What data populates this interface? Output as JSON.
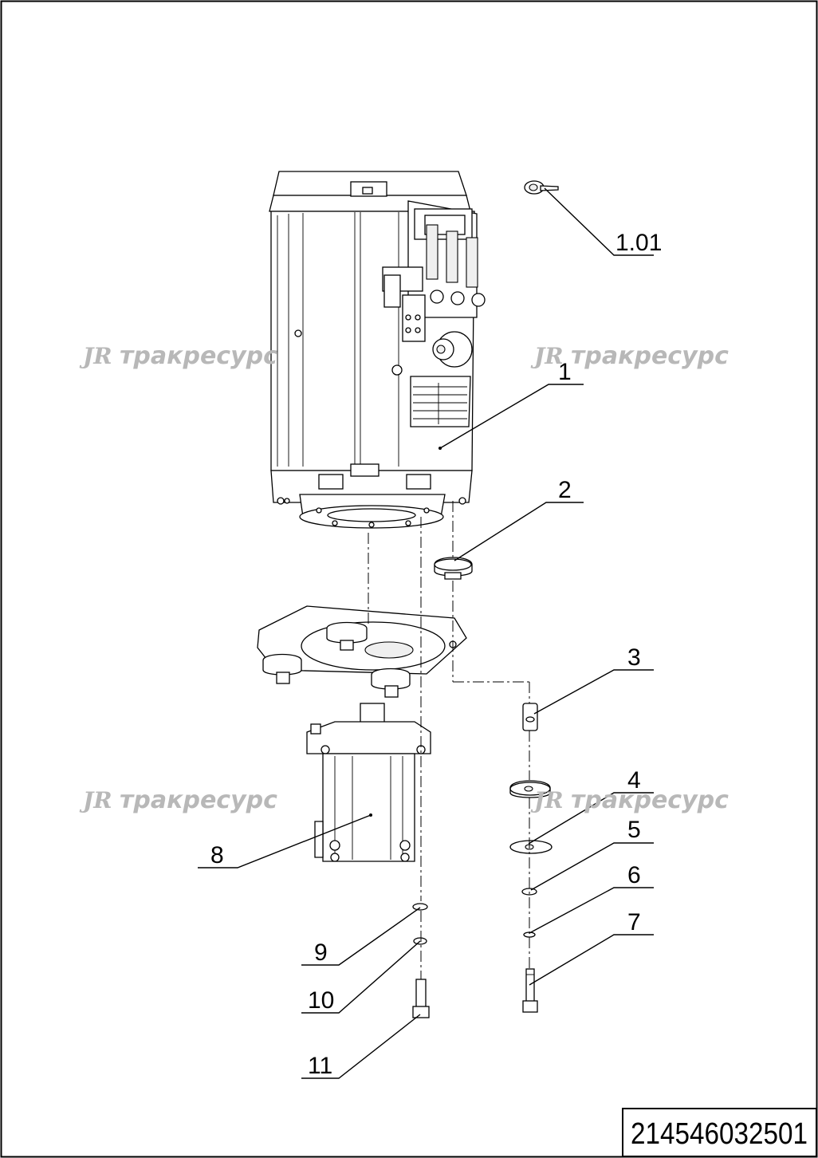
{
  "watermark": {
    "logo": "JR",
    "text": "тракресурс"
  },
  "document_number": "214546032501",
  "callouts": [
    {
      "id": "1.01",
      "label": "1.01"
    },
    {
      "id": "1",
      "label": "1"
    },
    {
      "id": "2",
      "label": "2"
    },
    {
      "id": "3",
      "label": "3"
    },
    {
      "id": "4",
      "label": "4"
    },
    {
      "id": "5",
      "label": "5"
    },
    {
      "id": "6",
      "label": "6"
    },
    {
      "id": "7",
      "label": "7"
    },
    {
      "id": "8",
      "label": "8"
    },
    {
      "id": "9",
      "label": "9"
    },
    {
      "id": "10",
      "label": "10"
    },
    {
      "id": "11",
      "label": "11"
    }
  ]
}
